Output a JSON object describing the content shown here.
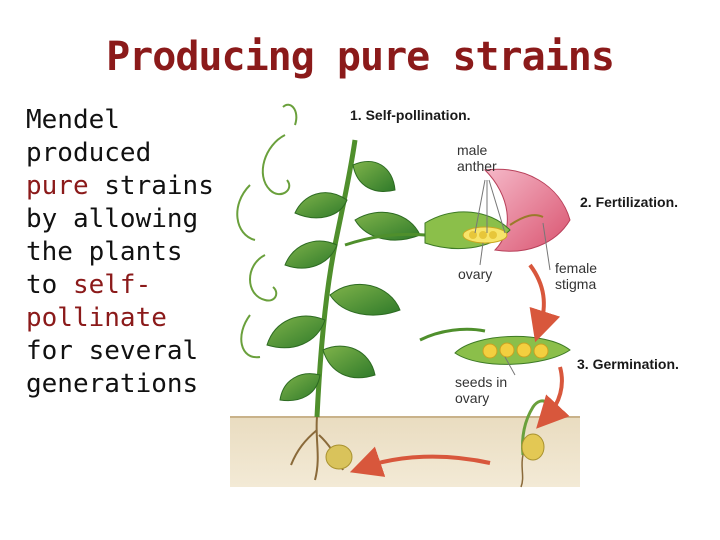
{
  "slide": {
    "title": "Producing pure strains",
    "text_lines": {
      "l1": "Mendel",
      "l2": "produced",
      "l3_hl": "pure",
      "l3_rest": " strains",
      "l4": "by allowing",
      "l5": "the plants",
      "l6_plain": "to ",
      "l6_hl": "self-",
      "l7_hl": "pollinate",
      "l8": "for several",
      "l9": "generations"
    },
    "colors": {
      "title": "#8b1a1a",
      "highlight": "#8b1a1a",
      "text": "#111111"
    }
  },
  "diagram": {
    "step1": "1. Self-pollination.",
    "step2": "2. Fertilization.",
    "step3": "3. Germination.",
    "male_1": "male",
    "male_2": "anther",
    "ovary": "ovary",
    "female_1": "female",
    "female_2": "stigma",
    "seeds_1": "seeds in",
    "seeds_2": "ovary"
  }
}
